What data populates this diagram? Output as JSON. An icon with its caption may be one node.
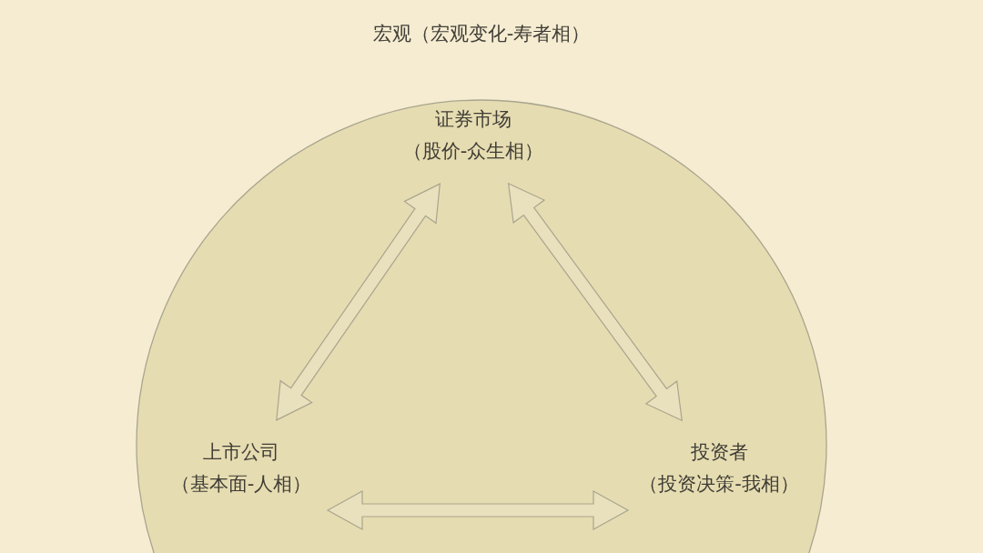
{
  "diagram": {
    "nodes": [
      {
        "text": [
          "宏观（宏观变化-寿者相）"
        ]
      },
      {
        "text": [
          "证券市场",
          "（股价-众生相）"
        ],
        "in": 0
      },
      {
        "text": [
          "上市公司",
          "（基本面-人相）"
        ],
        "in": 0
      },
      {
        "text": [
          "投资者",
          "（投资决策-我相）"
        ],
        "in": 0
      }
    ],
    "edges": [
      {
        "from": 1,
        "to": 2,
        "arrow": "both"
      },
      {
        "from": 1,
        "to": 3,
        "arrow": "both"
      },
      {
        "from": 2,
        "to": 3,
        "arrow": "both"
      }
    ]
  }
}
